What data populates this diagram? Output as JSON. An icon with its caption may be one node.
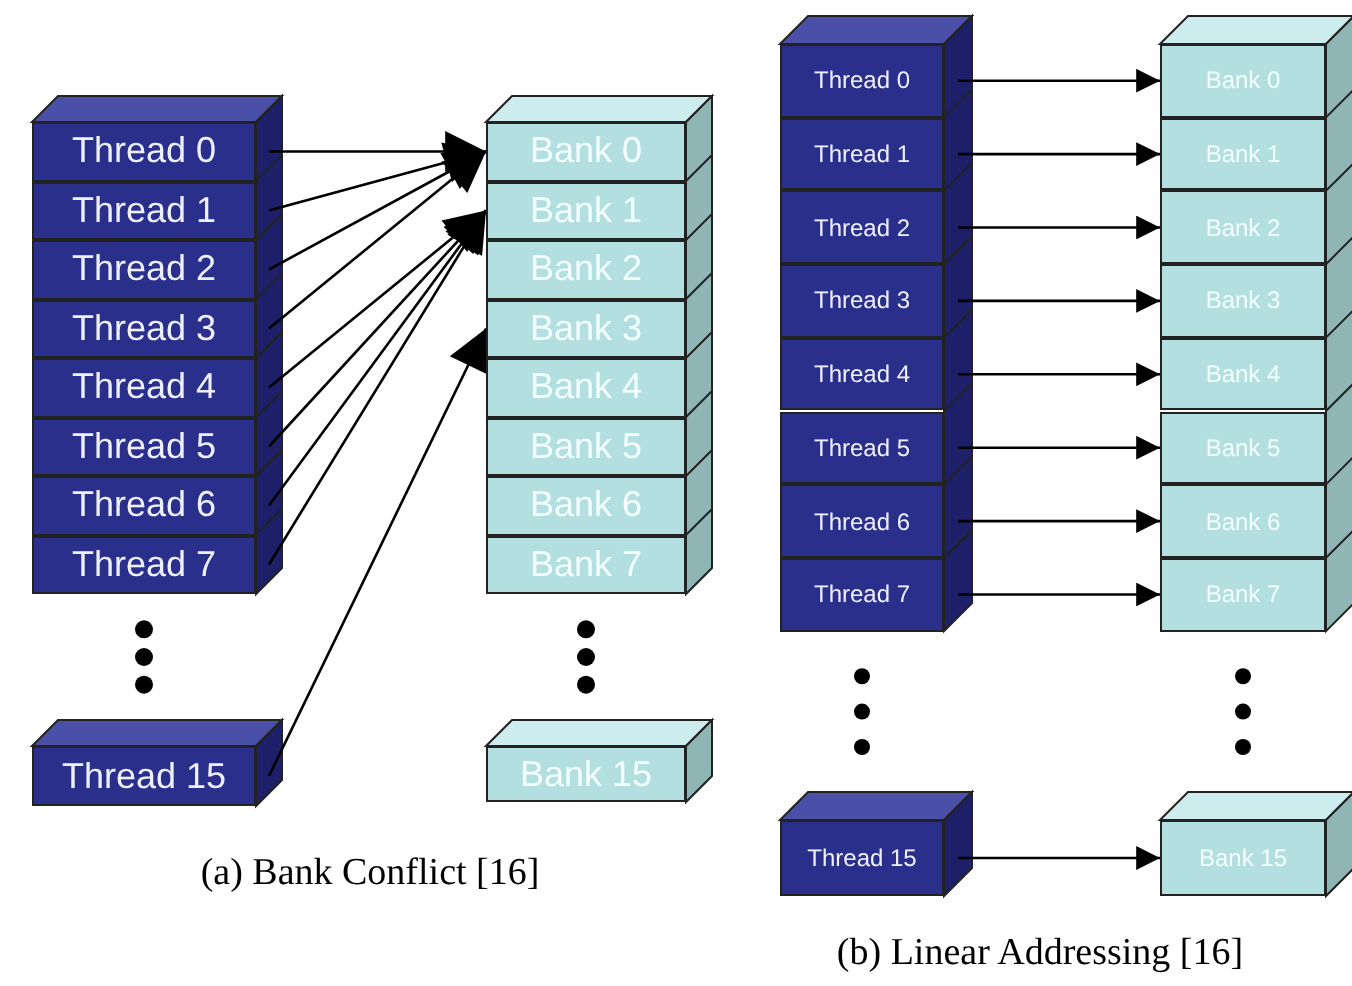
{
  "diagram": {
    "nodes": [
      {
        "text": [
          "Thread 0"
        ]
      },
      {
        "text": [
          "Thread 1"
        ]
      },
      {
        "text": [
          "Thread 2"
        ]
      },
      {
        "text": [
          "Thread 3"
        ]
      },
      {
        "text": [
          "Thread 4"
        ]
      },
      {
        "text": [
          "Thread 5"
        ]
      },
      {
        "text": [
          "Thread 6"
        ]
      },
      {
        "text": [
          "Thread 7"
        ]
      },
      {
        "text": [
          "Thread 15"
        ]
      },
      {
        "text": [
          "Bank 0"
        ]
      },
      {
        "text": [
          "Bank 1"
        ]
      },
      {
        "text": [
          "Bank 2"
        ]
      },
      {
        "text": [
          "Bank 3"
        ]
      },
      {
        "text": [
          "Bank 4"
        ]
      },
      {
        "text": [
          "Bank 5"
        ]
      },
      {
        "text": [
          "Bank 6"
        ]
      },
      {
        "text": [
          "Bank 7"
        ]
      },
      {
        "text": [
          "Bank 15"
        ]
      },
      {
        "text": [
          "Thread 0"
        ]
      },
      {
        "text": [
          "Thread 1"
        ]
      },
      {
        "text": [
          "Thread 2"
        ]
      },
      {
        "text": [
          "Thread 3"
        ]
      },
      {
        "text": [
          "Thread 4"
        ]
      },
      {
        "text": [
          "Thread 5"
        ]
      },
      {
        "text": [
          "Thread 6"
        ]
      },
      {
        "text": [
          "Thread 7"
        ]
      },
      {
        "text": [
          "Thread 15"
        ]
      },
      {
        "text": [
          "Bank 0"
        ]
      },
      {
        "text": [
          "Bank 1"
        ]
      },
      {
        "text": [
          "Bank 2"
        ]
      },
      {
        "text": [
          "Bank 3"
        ]
      },
      {
        "text": [
          "Bank 4"
        ]
      },
      {
        "text": [
          "Bank 5"
        ]
      },
      {
        "text": [
          "Bank 6"
        ]
      },
      {
        "text": [
          "Bank 7"
        ]
      },
      {
        "text": [
          "Bank 15"
        ]
      }
    ],
    "edges": [
      {
        "from": 0,
        "to": 9,
        "arrow": "to"
      },
      {
        "from": 1,
        "to": 9,
        "arrow": "to"
      },
      {
        "from": 2,
        "to": 9,
        "arrow": "to"
      },
      {
        "from": 3,
        "to": 9,
        "arrow": "to"
      },
      {
        "from": 4,
        "to": 10,
        "arrow": "to"
      },
      {
        "from": 5,
        "to": 10,
        "arrow": "to"
      },
      {
        "from": 6,
        "to": 10,
        "arrow": "to"
      },
      {
        "from": 7,
        "to": 10,
        "arrow": "to"
      },
      {
        "from": 8,
        "to": 12,
        "arrow": "to"
      },
      {
        "from": 18,
        "to": 27,
        "arrow": "to"
      },
      {
        "from": 19,
        "to": 28,
        "arrow": "to"
      },
      {
        "from": 20,
        "to": 29,
        "arrow": "to"
      },
      {
        "from": 21,
        "to": 30,
        "arrow": "to"
      },
      {
        "from": 22,
        "to": 31,
        "arrow": "to"
      },
      {
        "from": 23,
        "to": 32,
        "arrow": "to"
      },
      {
        "from": 24,
        "to": 33,
        "arrow": "to"
      },
      {
        "from": 25,
        "to": 34,
        "arrow": "to"
      },
      {
        "from": 26,
        "to": 35,
        "arrow": "to"
      }
    ],
    "labels": [
      "(a) Bank Conflict [16]",
      "(b) Linear Addressing [16]"
    ]
  }
}
